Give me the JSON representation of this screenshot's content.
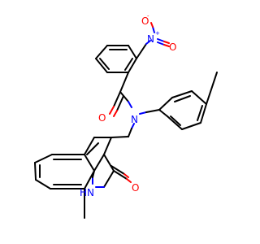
{
  "molecule": {
    "atom_colors": {
      "O": "#ff0000",
      "N": "#0000ff",
      "C": "#000000"
    },
    "labels": {
      "nitro_o_top": "O",
      "nitro_o_top_charge": "-",
      "nitro_n": "N",
      "nitro_n_charge": "+",
      "nitro_o_right": "O",
      "amide_o": "O",
      "amide_n": "N",
      "lactam_o": "O",
      "ring_nh_h": "H",
      "ring_nh_n": "N"
    }
  }
}
